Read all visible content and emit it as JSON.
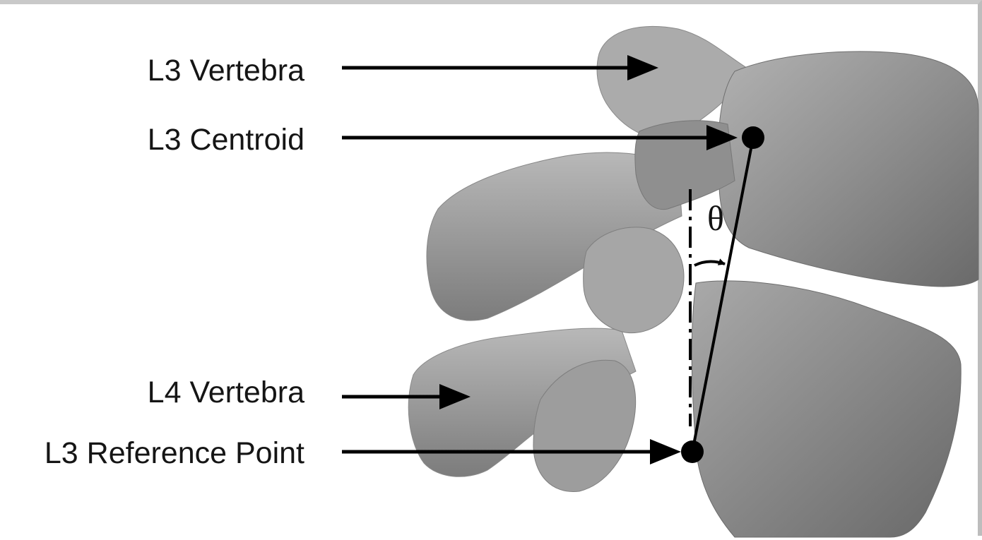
{
  "labels": {
    "l3_vertebra": "L3 Vertebra",
    "l3_centroid": "L3 Centroid",
    "l4_vertebra": "L4 Vertebra",
    "l3_reference_point": "L3 Reference Point",
    "angle_symbol": "θ"
  },
  "colors": {
    "bone_light": "#b9b9b9",
    "bone_mid": "#9a9a9a",
    "bone_dark": "#6e6e6e",
    "ink": "#000000"
  }
}
